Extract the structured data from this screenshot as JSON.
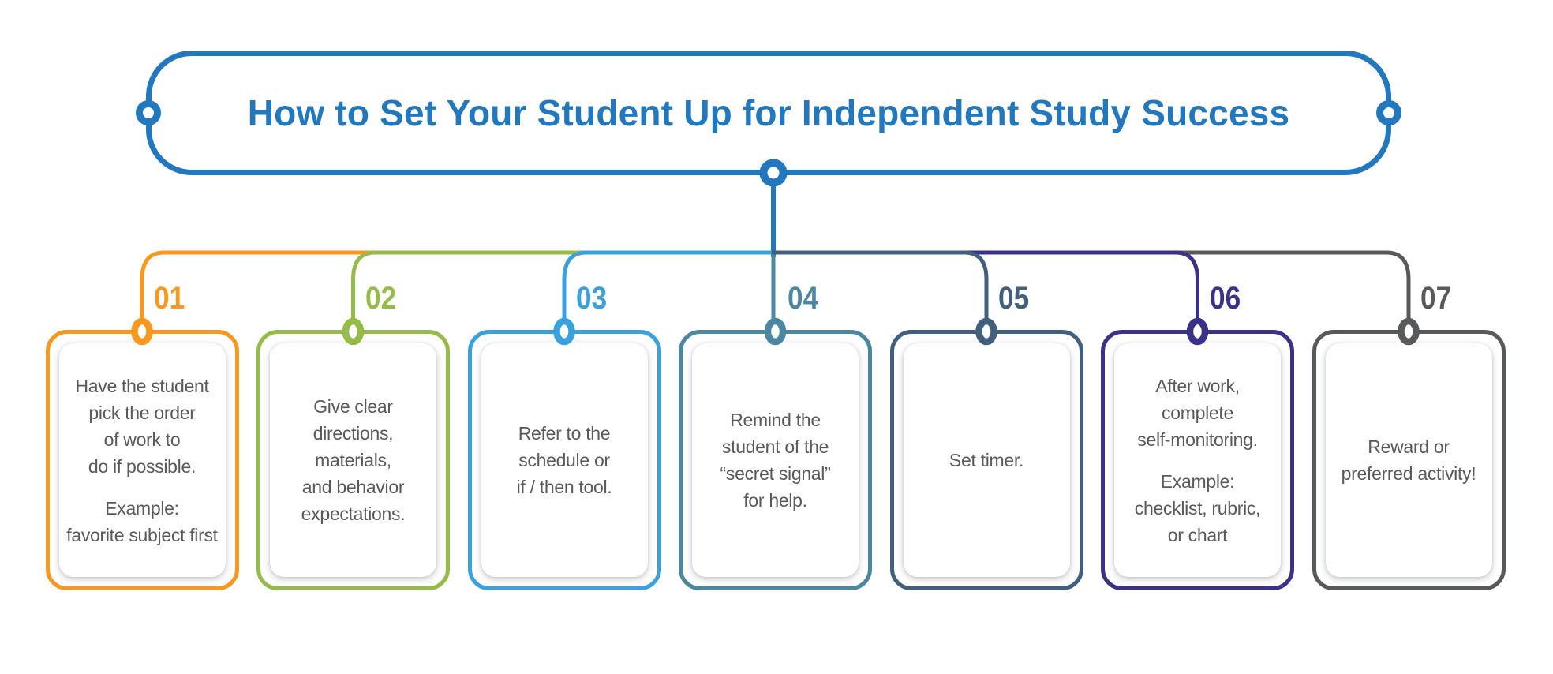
{
  "background_color": "#FFFFFF",
  "title": {
    "text": "How to Set Your Student Up for Independent Study Success",
    "color": "#2278BE"
  },
  "text_color": "#58595B",
  "steps": [
    {
      "number": "01",
      "color": "#F6991E",
      "paragraphs": [
        "Have the student\npick the order\nof work to\ndo if possible.",
        "Example:\nfavorite subject first"
      ]
    },
    {
      "number": "02",
      "color": "#95BC4B",
      "paragraphs": [
        "Give clear\ndirections,\nmaterials,\nand behavior\nexpectations."
      ]
    },
    {
      "number": "03",
      "color": "#3BA1DC",
      "paragraphs": [
        "Refer to the\nschedule or\nif / then tool."
      ]
    },
    {
      "number": "04",
      "color": "#4C87A1",
      "paragraphs": [
        "Remind the\nstudent of the\n“secret signal”\nfor help."
      ]
    },
    {
      "number": "05",
      "color": "#42607E",
      "paragraphs": [
        "Set timer."
      ]
    },
    {
      "number": "06",
      "color": "#3A3287",
      "paragraphs": [
        "After work,\ncomplete\nself-monitoring.",
        "Example:\nchecklist, rubric,\nor chart"
      ]
    },
    {
      "number": "07",
      "color": "#58595B",
      "paragraphs": [
        "Reward or\npreferred activity!"
      ]
    }
  ]
}
